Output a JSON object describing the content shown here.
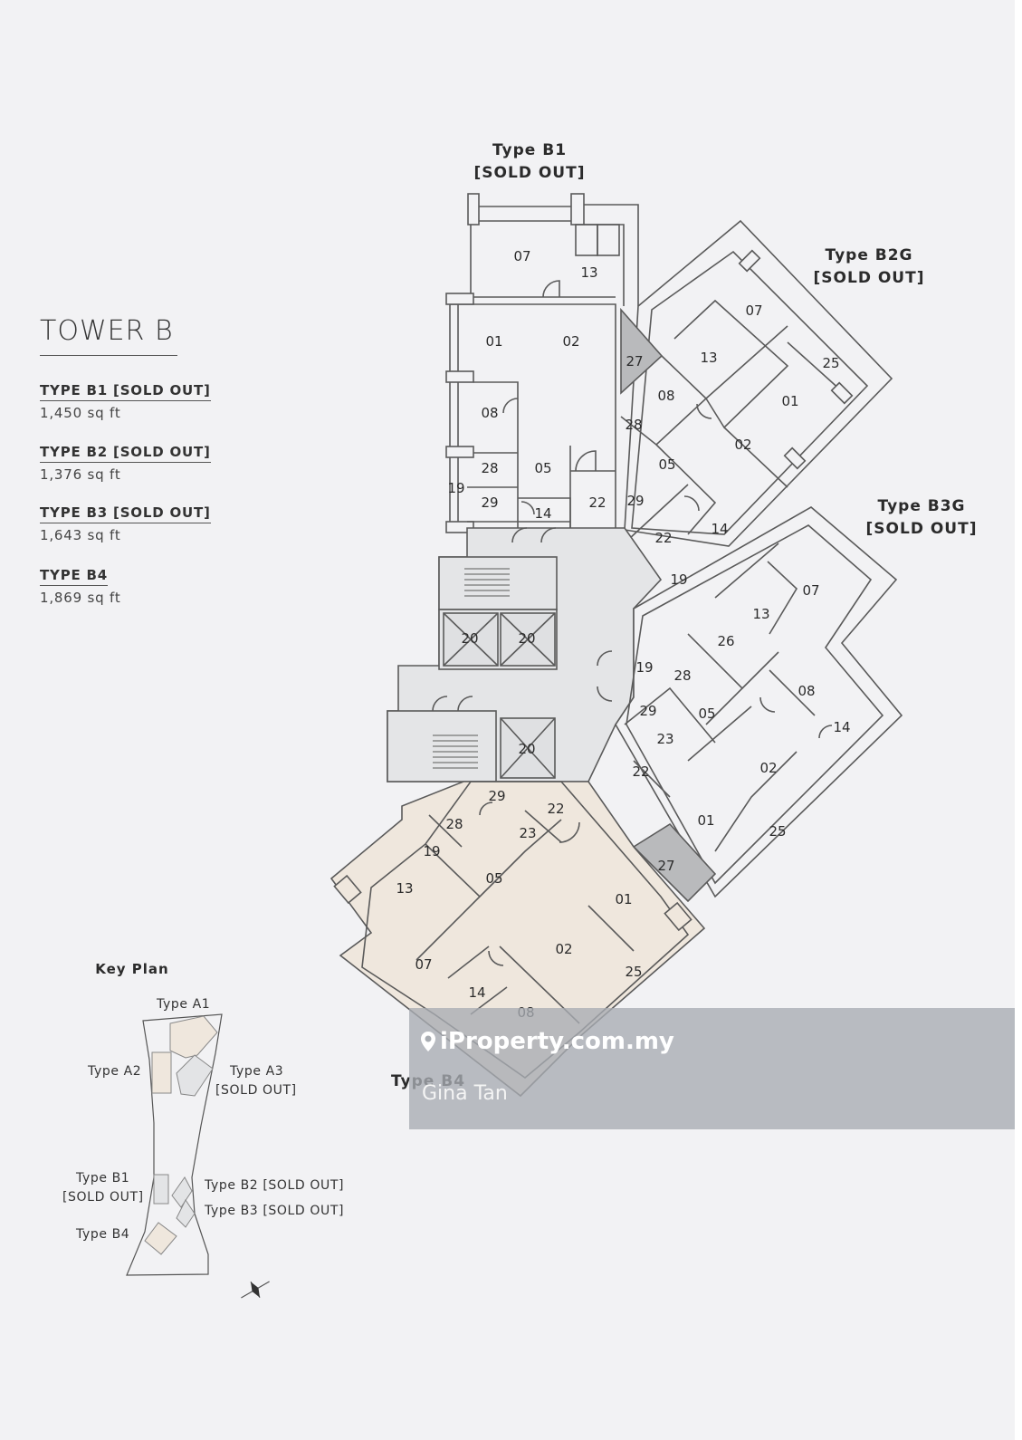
{
  "tower": {
    "title": "TOWER B"
  },
  "types": [
    {
      "name": "TYPE B1 [SOLD OUT]",
      "area": "1,450 sq ft"
    },
    {
      "name": "TYPE B2 [SOLD OUT]",
      "area": "1,376 sq ft"
    },
    {
      "name": "TYPE B3 [SOLD OUT]",
      "area": "1,643 sq ft"
    },
    {
      "name": "TYPE B4",
      "area": "1,869 sq ft"
    }
  ],
  "plan_labels": {
    "b1_line1": "Type B1",
    "b1_line2": "[SOLD OUT]",
    "b2g_line1": "Type B2G",
    "b2g_line2": "[SOLD OUT]",
    "b3g_line1": "Type B3G",
    "b3g_line2": "[SOLD OUT]",
    "b4": "Type B4"
  },
  "rooms": {
    "b1": [
      "07",
      "13",
      "01",
      "02",
      "08",
      "28",
      "05",
      "19",
      "29",
      "14",
      "22"
    ],
    "b2": [
      "07",
      "13",
      "25",
      "27",
      "08",
      "01",
      "28",
      "02",
      "05",
      "29",
      "22",
      "14",
      "19"
    ],
    "core": [
      "20",
      "20",
      "20"
    ],
    "b3": [
      "07",
      "13",
      "26",
      "19",
      "28",
      "08",
      "05",
      "14",
      "29",
      "23",
      "02",
      "22",
      "01",
      "25",
      "27"
    ],
    "b4": [
      "29",
      "22",
      "28",
      "23",
      "19",
      "05",
      "13",
      "01",
      "02",
      "07",
      "25",
      "14",
      "08"
    ]
  },
  "key_plan": {
    "title": "Key Plan",
    "labels": {
      "a1": "Type A1",
      "a2": "Type A2",
      "a3_line1": "Type A3",
      "a3_line2": "[SOLD OUT]",
      "b1_line1": "Type B1",
      "b1_line2": "[SOLD OUT]",
      "b2": "Type B2 [SOLD OUT]",
      "b3": "Type B3 [SOLD OUT]",
      "b4": "Type B4"
    }
  },
  "watermark": {
    "brand": "iProperty.com.my",
    "agent": "Gina Tan"
  },
  "colors": {
    "background": "#f2f2f4",
    "b4_fill": "#efe7dd",
    "core_fill": "#e4e5e7",
    "dark_room": "#b9babc",
    "wall": "#5a5a5a"
  }
}
